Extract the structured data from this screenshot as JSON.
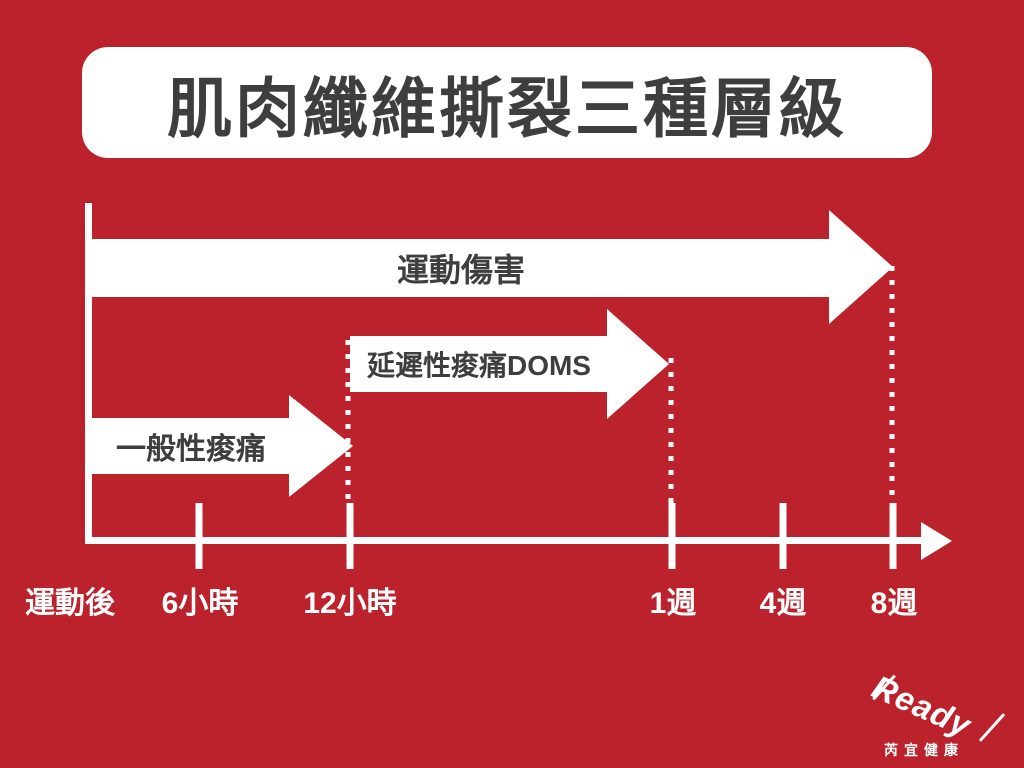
{
  "colors": {
    "background": "#BC222B",
    "panel": "#FFFFFF",
    "ink": "#3E3E3E",
    "line": "#FFFFFF"
  },
  "header": {
    "title": "肌肉纖維撕裂三種層級"
  },
  "timeline": {
    "arrows": [
      {
        "label": "運動傷害",
        "start": "運動後",
        "end": "8週"
      },
      {
        "label": "延遲性痠痛DOMS",
        "start": "12小時",
        "end": "1週"
      },
      {
        "label": "一般性痠痛",
        "start": "運動後",
        "end": "12小時"
      }
    ],
    "axis_labels": [
      {
        "label": "運動後"
      },
      {
        "label": "6小時"
      },
      {
        "label": "12小時"
      },
      {
        "label": "1週"
      },
      {
        "label": "4週"
      },
      {
        "label": "8週"
      }
    ]
  },
  "logo": {
    "brand": "Ready",
    "company": "芮宜健康"
  }
}
